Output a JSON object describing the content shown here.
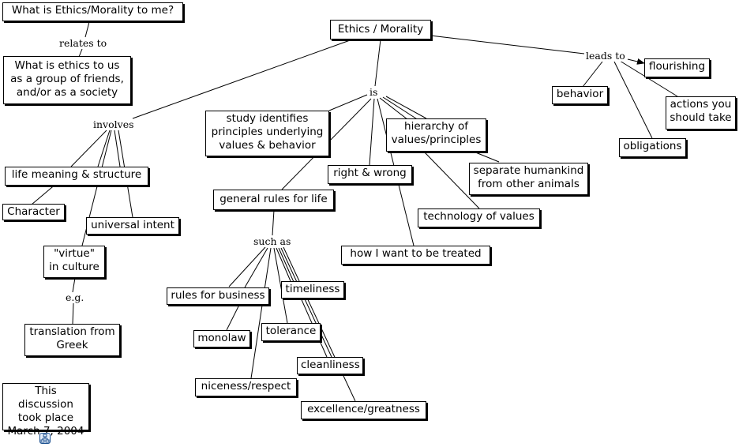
{
  "colors": {
    "line": "#000000",
    "node_border": "#000000",
    "background": "#ffffff",
    "icon_accent": "#1a4f8f"
  },
  "nodes": {
    "ethics_morality": "Ethics / Morality",
    "what_is_ethics_to_me": "What is Ethics/Morality to me?",
    "what_is_ethics_to_us": "What is ethics to us\nas a group of friends,\nand/or as a society",
    "flourishing": "flourishing",
    "behavior": "behavior",
    "actions_you_should_take": "actions you\nshould take",
    "obligations": "obligations",
    "study_identifies": "study identifies\nprinciples underlying\nvalues & behavior",
    "hierarchy_of_values": "hierarchy of\nvalues/principles",
    "right_and_wrong": "right & wrong",
    "separate_humankind": "separate humankind\nfrom other animals",
    "technology_of_values": "technology of values",
    "general_rules_for_life": "general rules for life",
    "how_i_want_to_be_treated": "how I want to be treated",
    "life_meaning_structure": "life meaning & structure",
    "character": "Character",
    "universal_intent": "universal intent",
    "virtue_in_culture": "\"virtue\"\nin culture",
    "translation_from_greek": "translation from\nGreek",
    "rules_for_business": "rules for business",
    "timeliness": "timeliness",
    "monolaw": "monolaw",
    "tolerance": "tolerance",
    "cleanliness": "cleanliness",
    "niceness_respect": "niceness/respect",
    "excellence_greatness": "excellence/greatness",
    "discussion_note": "This discussion\ntook place\nMarch 7, 2004"
  },
  "link_labels": {
    "relates_to": "relates to",
    "leads_to": "leads to",
    "is": "is",
    "involves": "involves",
    "such_as": "such as",
    "eg": "e.g."
  },
  "icons": {
    "concept_map": "concept-map-icon"
  }
}
